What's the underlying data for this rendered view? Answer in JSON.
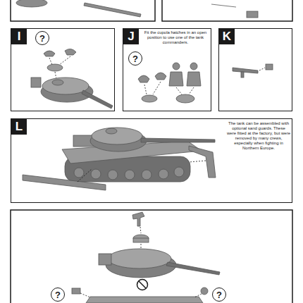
{
  "diagram": {
    "nodes": [
      {
        "text": [
          "I"
        ]
      },
      {
        "text": [
          "?"
        ],
        "in": 0
      },
      {
        "text": [
          "J",
          "Fit the cupola hatches in an open position to use one of the tank commanders."
        ]
      },
      {
        "text": [
          "?"
        ],
        "in": 2
      },
      {
        "text": [
          "K"
        ]
      },
      {
        "text": [
          "L",
          "The tank can be assembled with optional sand guards. These were fitted at the factory, but were removed by many crews, especially when fighting in Northern Europe."
        ]
      },
      {
        "text": [
          "?"
        ]
      },
      {
        "text": [
          "?"
        ]
      }
    ]
  }
}
